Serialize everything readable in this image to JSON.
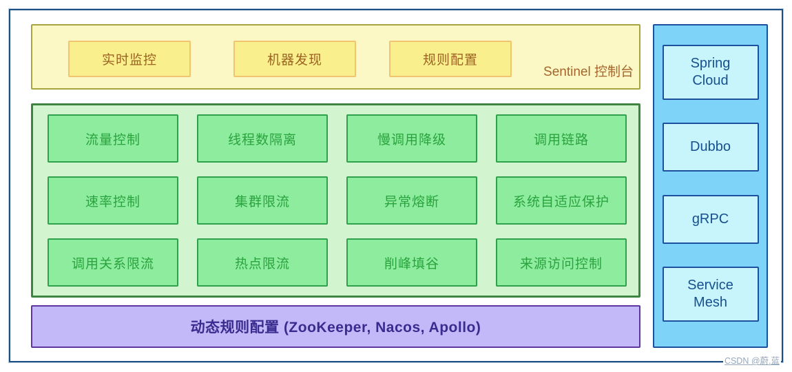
{
  "console": {
    "title": "Sentinel 控制台",
    "features": [
      "实时监控",
      "机器发现",
      "规则配置"
    ]
  },
  "core": {
    "capabilities": [
      "流量控制",
      "线程数隔离",
      "慢调用降级",
      "调用链路",
      "速率控制",
      "集群限流",
      "异常熔断",
      "系统自适应保护",
      "调用关系限流",
      "热点限流",
      "削峰填谷",
      "来源访问控制"
    ]
  },
  "dynamic": {
    "label": "动态规则配置 (ZooKeeper, Nacos, Apollo)"
  },
  "adapters": {
    "items": [
      "Spring Cloud",
      "Dubbo",
      "gRPC",
      "Service Mesh"
    ]
  },
  "watermark": {
    "text": "CSDN @蔚.蓝"
  },
  "colors": {
    "frame_border": "#1b4f82",
    "frame_halo": "#b9cde6",
    "console_bg": "#fbf8c5",
    "console_border": "#a6a43c",
    "console_box_bg": "#f9ef8d",
    "console_box_border": "#f0c470",
    "console_text": "#9c6322",
    "console_title_text": "#a5652c",
    "core_bg": "#d2f4cf",
    "core_border": "#3c8440",
    "core_box_bg": "#8dec9e",
    "core_box_border": "#2fa14c",
    "core_text": "#2aa33e",
    "dynamic_bg": "#c3b9f8",
    "dynamic_border": "#5c35a0",
    "dynamic_text": "#3a2b8e",
    "adapters_bg": "#7dd3f8",
    "adapters_border": "#1c4f9e",
    "adapter_box_bg": "#c8f4fc",
    "adapter_text": "#17508e",
    "watermark_text": "#94a7bc"
  }
}
